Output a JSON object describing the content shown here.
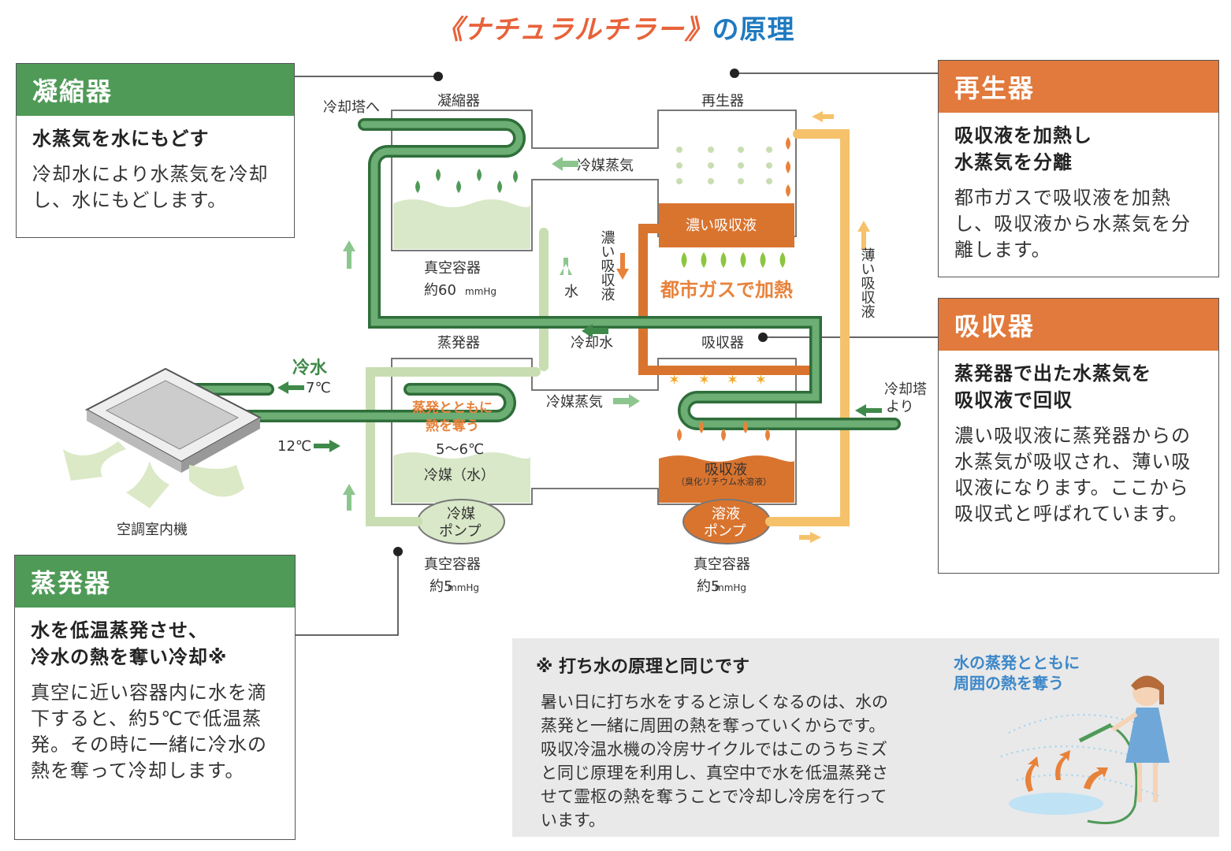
{
  "title": {
    "main": "《ナチュラルチラー》",
    "suffix": "の原理"
  },
  "boxes": {
    "condenser": {
      "heading": "凝縮器",
      "lead": "水蒸気を水にもどす",
      "body": "冷却水により水蒸気を冷却し、水にもどします。"
    },
    "regenerator": {
      "heading": "再生器",
      "lead1": "吸収液を加熱し",
      "lead2": "水蒸気を分離",
      "body": "都市ガスで吸収液を加熱し、吸収液から水蒸気を分離します。"
    },
    "absorber": {
      "heading": "吸収器",
      "lead1": "蒸発器で出た水蒸気を",
      "lead2": "吸収液で回収",
      "body": "濃い吸収液に蒸発器からの水蒸気が吸収され、薄い吸収液になります。ここから吸収式と呼ばれています。"
    },
    "evaporator": {
      "heading": "蒸発器",
      "lead1": "水を低温蒸発させ、",
      "lead2": "冷水の熱を奪い冷却※",
      "body": "真空に近い容器内に水を滴下すると、約5℃で低温蒸発。その時に一緒に冷水の熱を奪って冷却します。"
    }
  },
  "diagram": {
    "to_cooling_tower": "冷却塔へ",
    "condenser_label": "凝縮器",
    "regenerator_label": "再生器",
    "refrigerant_vapor": "冷媒蒸気",
    "concentrated_liquid": "濃い吸収液",
    "heating_by_gas": "都市ガスで加熱",
    "vacuum_vessel": "真空容器",
    "pressure_60": "約60",
    "pressure_5": "約5",
    "unit_mmhg": "mmHg",
    "water": "水",
    "conc_vertical": "濃い吸収液",
    "dilute_vertical": "薄い吸収液",
    "cooling_water": "冷却水",
    "evaporator_label": "蒸発器",
    "absorber_label": "吸収器",
    "chilled_water": "冷水",
    "temp_7": "7℃",
    "temp_12": "12℃",
    "evap_heat_1": "蒸発とともに",
    "evap_heat_2": "熱を奪う",
    "temp_5_6": "5～6℃",
    "refrigerant_water": "冷媒（水）",
    "refrigerant_pump_1": "冷媒",
    "refrigerant_pump_2": "ポンプ",
    "absorbent": "吸収液",
    "absorbent_sub": "（臭化リチウム水溶液）",
    "solution_pump_1": "溶液",
    "solution_pump_2": "ポンプ",
    "from_tower_1": "冷却塔",
    "from_tower_2": "より",
    "indoor_unit": "空調室内機"
  },
  "note": {
    "title": "※ 打ち水の原理と同じです",
    "body": "暑い日に打ち水をすると涼しくなるのは、水の蒸発と一緒に周囲の熱を奪っていくからです。吸収冷温水機の冷房サイクルではこのうちミズと同じ原理を利用し、真空中で水を低温蒸発させて霊枢の熱を奪うことで冷却し冷房を行っています。",
    "caption1": "水の蒸発とともに",
    "caption2": "周囲の熱を奪う"
  },
  "colors": {
    "green": "#4f9a57",
    "orange": "#e17a3c",
    "pipe_green": "#3f8a4a",
    "light_green": "#d9e8c8",
    "orange_liquid": "#d9742f",
    "yellow_pipe": "#f5c26b"
  }
}
